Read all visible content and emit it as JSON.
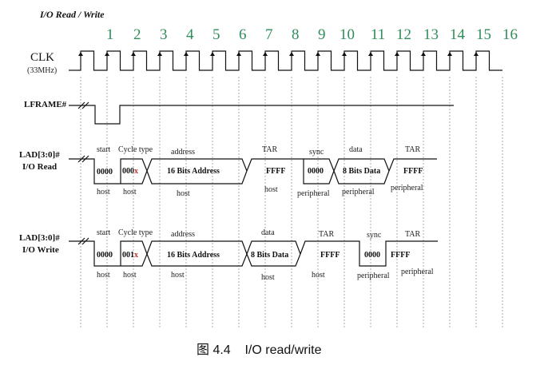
{
  "title": "I/O Read / Write",
  "clock_numbers": [
    "1",
    "2",
    "3",
    "4",
    "5",
    "6",
    "7",
    "8",
    "9",
    "10",
    "11",
    "12",
    "13",
    "14",
    "15",
    "16"
  ],
  "clk": {
    "label": "CLK",
    "sub": "(33MHz)"
  },
  "lframe": {
    "label": "LFRAME#"
  },
  "read": {
    "label1": "LAD[3:0]#",
    "label2": "I/O Read",
    "top_labels": {
      "start": "start",
      "cycle": "Cycle type",
      "address": "address",
      "tar": "TAR",
      "sync": "sync",
      "data": "data",
      "tar2": "TAR"
    },
    "boxes": {
      "start": "0000",
      "cycle": "000",
      "cycle_x": "x",
      "address": "16 Bits Address",
      "tar": "FFFF",
      "sync": "0000",
      "data": "8 Bits Data",
      "tar2": "FFFF"
    },
    "bottom_labels": {
      "start": "host",
      "cycle": "host",
      "address": "host",
      "tar": "host",
      "sync": "peripheral",
      "data": "peripheral",
      "tar2": "peripheral"
    }
  },
  "write": {
    "label1": "LAD[3:0]#",
    "label2": "I/O Write",
    "top_labels": {
      "start": "start",
      "cycle": "Cycle type",
      "address": "address",
      "data": "data",
      "tar": "TAR",
      "sync": "sync",
      "tar2": "TAR"
    },
    "boxes": {
      "start": "0000",
      "cycle": "001",
      "cycle_x": "x",
      "address": "16 Bits Address",
      "data": "8 Bits Data",
      "tar": "FFFF",
      "sync": "0000",
      "tar2": "FFFF"
    },
    "bottom_labels": {
      "start": "host",
      "cycle": "host",
      "address": "host",
      "data": "host",
      "tar": "host",
      "sync": "peripheral",
      "tar2": "peripheral"
    }
  },
  "caption": "图 4.4    I/O read/write"
}
